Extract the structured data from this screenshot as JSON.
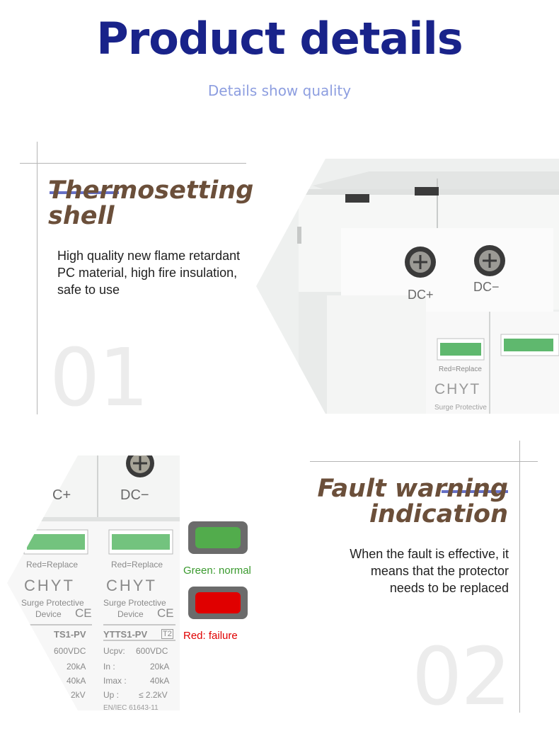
{
  "header": {
    "title": "Product details",
    "subtitle": "Details show quality"
  },
  "section1": {
    "heading_line1": "Thermosetting",
    "heading_line2": "shell",
    "description_lines": [
      "High quality new flame retardant",
      "PC material, high fire insulation,",
      "safe to use"
    ],
    "number": "01",
    "photo_labels": {
      "terminal_left": "DC+",
      "terminal_right": "DC−",
      "window_text": "Red=Replace",
      "brand": "CHYT",
      "device_text": "Surge Protective"
    }
  },
  "section2": {
    "heading_line1": "Fault warning",
    "heading_line2": "indication",
    "description_lines": [
      "When the fault is effective, it",
      "means that the protector",
      "needs to be replaced"
    ],
    "number": "02",
    "indicators": [
      {
        "label": "Green: normal",
        "color": "#52ac4c"
      },
      {
        "label": "Red: failure",
        "color": "#e00000"
      }
    ],
    "photo_labels": {
      "terminal_left": "C+",
      "terminal_right": "DC−",
      "window_text": "Red=Replace",
      "brand": "CHYT",
      "device_line1": "Surge Protective",
      "device_line2": "Device",
      "ce": "CE",
      "model": "YTTS1-PV",
      "model_partial": "TS1-PV",
      "type": "T2",
      "specs": [
        {
          "key": "Ucpv:",
          "value": "600VDC"
        },
        {
          "key": "In     :",
          "value": "20kA"
        },
        {
          "key": "Imax :",
          "value": "40kA"
        },
        {
          "key": "Up    :",
          "value": "≤ 2.2kV"
        }
      ],
      "specs_partial": [
        "600VDC",
        "20kA",
        "40kA",
        "2kV"
      ],
      "standard": "EN/IEC 61643-11"
    }
  },
  "colors": {
    "title": "#19238a",
    "subtitle": "#8d9ee0",
    "heading": "#6b4f3a",
    "underline": "#6670c6",
    "green_label": "#3a9a2e",
    "red_label": "#e00000"
  }
}
